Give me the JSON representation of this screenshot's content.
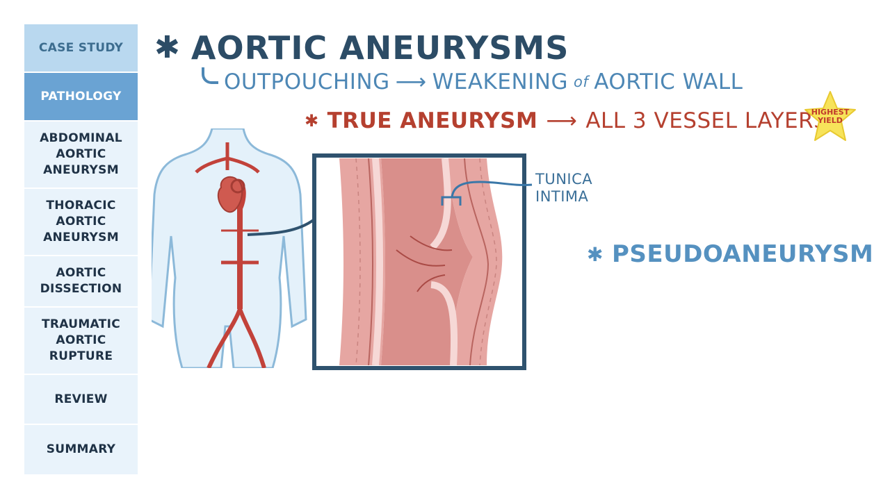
{
  "sidebar": {
    "items": [
      {
        "label": "CASE STUDY"
      },
      {
        "label": "PATHOLOGY"
      },
      {
        "label": "ABDOMINAL\nAORTIC\nANEURYSM"
      },
      {
        "label": "THORACIC\nAORTIC\nANEURYSM"
      },
      {
        "label": "AORTIC\nDISSECTION"
      },
      {
        "label": "TRAUMATIC\nAORTIC\nRUPTURE"
      },
      {
        "label": "REVIEW"
      },
      {
        "label": "SUMMARY"
      }
    ]
  },
  "slide": {
    "bullet": "✱",
    "title": "AORTIC ANEURYSMS",
    "definition": {
      "part1": "OUTPOUCHING",
      "arrow": "⟶",
      "part2": "WEAKENING",
      "of": "of",
      "part3": "AORTIC WALL"
    },
    "true_aneurysm": {
      "bullet": "✱",
      "term": "TRUE ANEURYSM",
      "arrow": "⟶",
      "detail": "ALL 3 VESSEL LAYERS"
    },
    "badge": {
      "line1": "HIGHEST",
      "line2": "YIELD"
    },
    "vessel_label": "TUNICA\nINTIMA",
    "pseudo": {
      "bullet": "✱",
      "term": "PSEUDOANEURYSM"
    }
  },
  "colors": {
    "title": "#2c4c66",
    "subtitle": "#4d87b5",
    "true_aneurysm": "#b5402f",
    "pseudo": "#5591c0",
    "nav_active": "#6aa3d3",
    "nav_case": "#b9d8ef",
    "nav_default": "#e9f3fb",
    "badge_star": "#f7e35a"
  }
}
